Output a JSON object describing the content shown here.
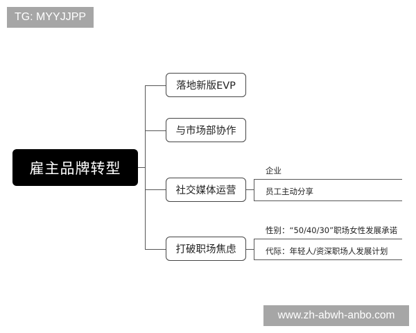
{
  "watermarks": {
    "top": "TG: MYYJJPP",
    "bottom": "www.zh-abwh-anbo.com"
  },
  "mindmap": {
    "root": "雇主品牌转型",
    "branches": [
      {
        "label": "落地新版EVP",
        "children": []
      },
      {
        "label": "与市场部协作",
        "children": []
      },
      {
        "label": "社交媒体运营",
        "children": [
          "企业",
          "员工主动分享"
        ]
      },
      {
        "label": "打破职场焦虑",
        "children": [
          "性别：“50/40/30”职场女性发展承诺",
          "代际：年轻人/资深职场人发展计划"
        ]
      }
    ]
  },
  "colors": {
    "root_bg": "#000000",
    "root_text": "#ffffff",
    "line": "#555555",
    "watermark_bg": "#a6a6a6"
  }
}
